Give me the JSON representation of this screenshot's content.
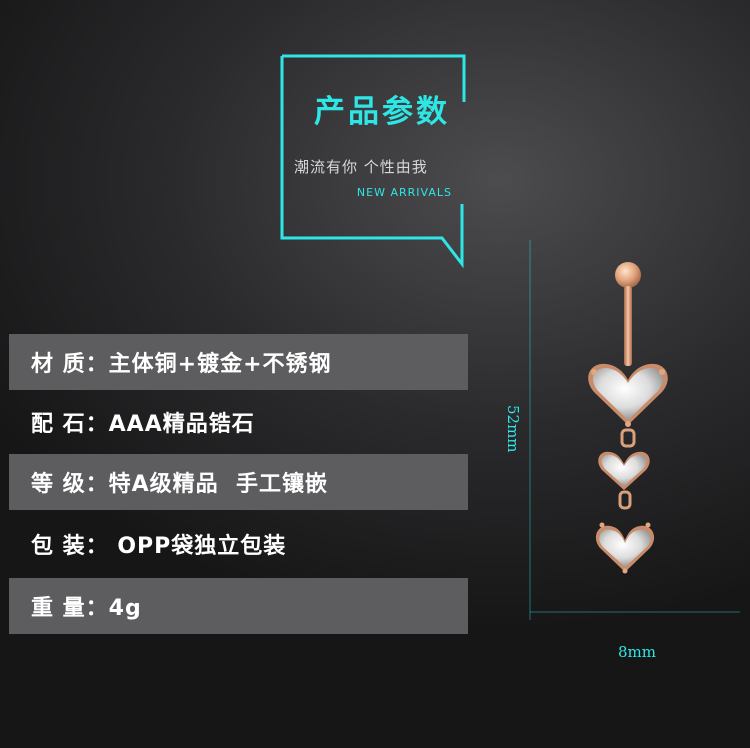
{
  "header": {
    "title": "产品参数",
    "slogan": "潮流有你 个性由我",
    "subtitle": "NEW ARRIVALS",
    "accent_color": "#2ee6e6"
  },
  "specs": [
    {
      "text": "材 质：主体铜+镀金+不锈钢",
      "shaded": true
    },
    {
      "text": "配 石：AAA精品锆石",
      "shaded": false
    },
    {
      "text": "等 级：特A级精品  手工镶嵌",
      "shaded": true
    },
    {
      "text": "包 装： OPP袋独立包装",
      "shaded": false
    },
    {
      "text": "重 量：4g",
      "shaded": true
    }
  ],
  "product": {
    "image_name": "rose-gold-heart-zircon-belly-ring",
    "height_label": "52mm",
    "width_label": "8mm"
  }
}
